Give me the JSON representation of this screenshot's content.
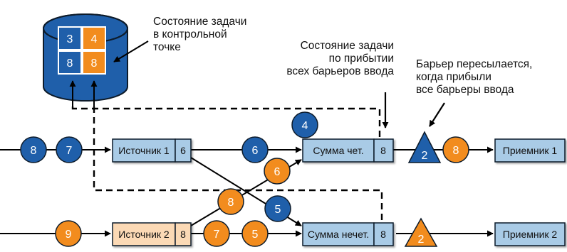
{
  "colors": {
    "blue": "#1f5faa",
    "orange": "#f28c1e",
    "box_blue": "#a9cbe6",
    "box_orange": "#fbd9b5",
    "stroke": "#0d1b2a"
  },
  "checkpoint": {
    "cells": [
      "3",
      "4",
      "8",
      "8"
    ],
    "label_lines": [
      "Состояние задачи",
      "в контрольной",
      "точке"
    ]
  },
  "annotations": {
    "arrival_lines": [
      "Состояние задачи",
      "по прибытии",
      "всех барьеров ввода"
    ],
    "barrier_lines": [
      "Барьер пересылается,",
      "когда прибыли",
      "все барьеры ввода"
    ]
  },
  "source1": {
    "label": "Источник 1",
    "state": "6"
  },
  "source2": {
    "label": "Источник 2",
    "state": "8"
  },
  "sum_even": {
    "label": "Сумма чет.",
    "state": "8"
  },
  "sum_odd": {
    "label": "Сумма нечет.",
    "state": "8"
  },
  "sink1": {
    "label": "Приемник 1"
  },
  "sink2": {
    "label": "Приемник 2"
  },
  "records": {
    "in1_a": "8",
    "in1_b": "7",
    "s1_out": "6",
    "s1_cross": "5",
    "s2_cross": "8",
    "s2_up": "6",
    "in2": "9",
    "s2_out_a": "7",
    "s2_out_b": "5",
    "sum_even_top": "4",
    "sum_even_out": "8"
  },
  "barriers": {
    "top": "2",
    "bottom": "2"
  }
}
